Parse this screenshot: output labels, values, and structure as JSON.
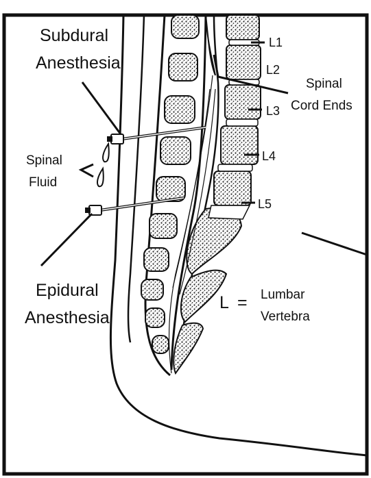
{
  "labels": {
    "subdural_line1": "Subdural",
    "subdural_line2": "Anesthesia",
    "spinal_fluid_line1": "Spinal",
    "spinal_fluid_line2": "Fluid",
    "epidural_line1": "Epidural",
    "epidural_line2": "Anesthesia",
    "cord_ends_line1": "Spinal",
    "cord_ends_line2": "Cord Ends",
    "legend_symbol": "L",
    "legend_equals": "=",
    "legend_line1": "Lumbar",
    "legend_line2": "Vertebra"
  },
  "vertebrae": [
    "L1",
    "L2",
    "L3",
    "L4",
    "L5"
  ],
  "colors": {
    "ink": "#111111",
    "background": "#ffffff",
    "bone_fill": "#8a8a8a"
  }
}
